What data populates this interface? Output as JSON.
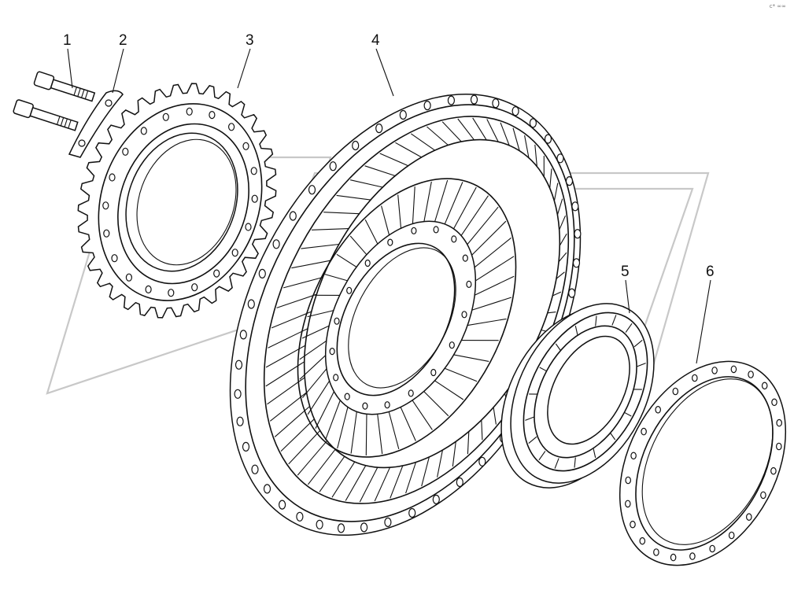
{
  "callouts": {
    "c1": "1",
    "c2": "2",
    "c3": "3",
    "c4": "4",
    "c5": "5",
    "c6": "6"
  },
  "corner_mark": "c* ∞∞",
  "parts_depicted": [
    "bolt",
    "locking-plate",
    "gear-ring",
    "impeller-wheel",
    "ball-bearing",
    "gasket-ring"
  ]
}
